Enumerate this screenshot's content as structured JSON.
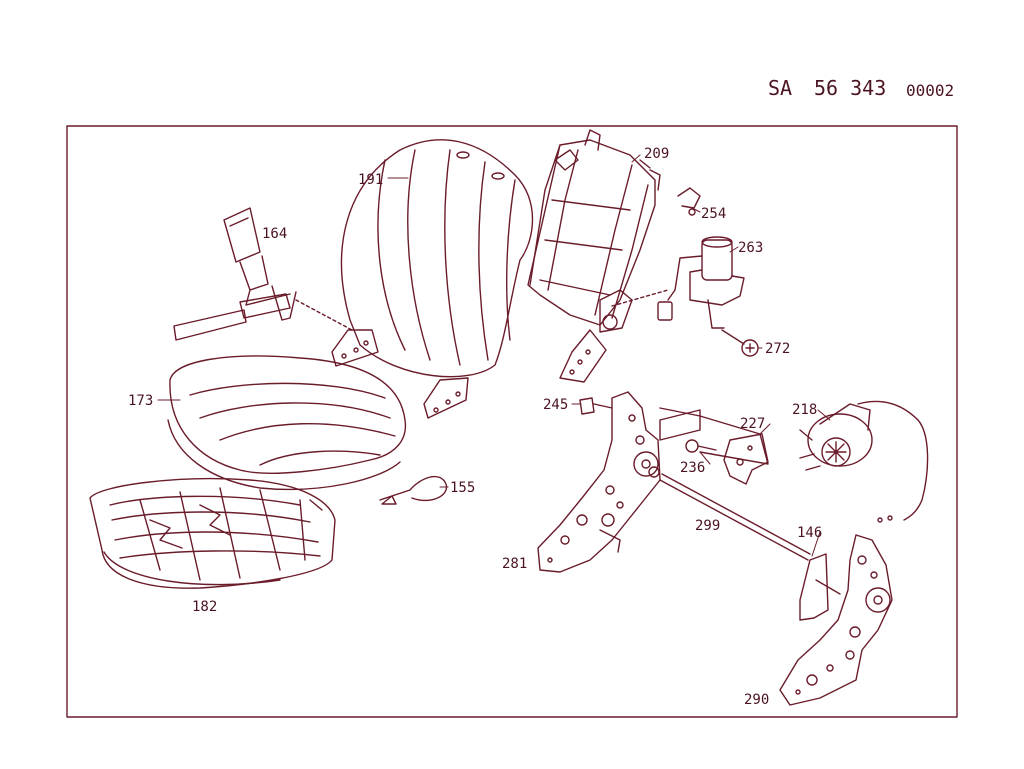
{
  "header": {
    "prefix": "SA",
    "number": "56 343",
    "sheet": "00002"
  },
  "colors": {
    "line": "#6a1c2a",
    "background": "#ffffff"
  },
  "callouts": {
    "c164": "164",
    "c191": "191",
    "c209": "209",
    "c254": "254",
    "c263": "263",
    "c272": "272",
    "c173": "173",
    "c155": "155",
    "c245": "245",
    "c227": "227",
    "c218": "218",
    "c236": "236",
    "c299": "299",
    "c146": "146",
    "c281": "281",
    "c182": "182",
    "c290": "290"
  }
}
